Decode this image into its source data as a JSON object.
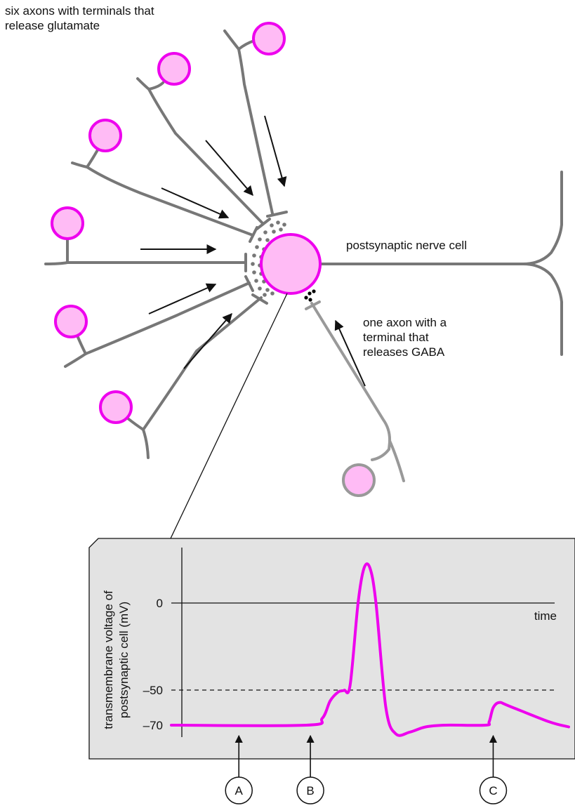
{
  "labels": {
    "glutamate_axons": [
      "six axons with terminals that",
      "release glutamate"
    ],
    "postsynaptic_cell": "postsynaptic nerve cell",
    "gaba_axon": [
      "one axon with a",
      "terminal that",
      "releases GABA"
    ]
  },
  "colors": {
    "excitatory_axon": "#ee00ee",
    "cell_fill": "#ffbbf5",
    "inhibitory_axon": "#999999",
    "vesicle_glutamate": "#777777",
    "vesicle_gaba": "#000000",
    "graph_panel": "#e3e3e3"
  },
  "chart_data": {
    "type": "line",
    "ylabel": [
      "transmembrane voltage of",
      "postsynaptic cell (mV)"
    ],
    "xlabel": "time",
    "yticks": [
      {
        "value": 0,
        "label": "0"
      },
      {
        "value": -50,
        "label": "–50"
      },
      {
        "value": -70,
        "label": "–70"
      }
    ],
    "threshold": -50,
    "threshold_style": "dashed",
    "points": [
      {
        "t": 0,
        "v": -70
      },
      {
        "t": 0.34,
        "v": -70
      },
      {
        "t": 0.38,
        "v": -66
      },
      {
        "t": 0.4,
        "v": -56
      },
      {
        "t": 0.42,
        "v": -51
      },
      {
        "t": 0.435,
        "v": -50
      },
      {
        "t": 0.45,
        "v": -47
      },
      {
        "t": 0.47,
        "v": 0
      },
      {
        "t": 0.485,
        "v": 20
      },
      {
        "t": 0.5,
        "v": 20
      },
      {
        "t": 0.515,
        "v": 0
      },
      {
        "t": 0.54,
        "v": -60
      },
      {
        "t": 0.565,
        "v": -75
      },
      {
        "t": 0.6,
        "v": -74
      },
      {
        "t": 0.64,
        "v": -71
      },
      {
        "t": 0.69,
        "v": -70
      },
      {
        "t": 0.79,
        "v": -70
      },
      {
        "t": 0.8,
        "v": -68
      },
      {
        "t": 0.81,
        "v": -60
      },
      {
        "t": 0.825,
        "v": -57
      },
      {
        "t": 0.85,
        "v": -59
      },
      {
        "t": 0.95,
        "v": -68
      },
      {
        "t": 1.0,
        "v": -71
      }
    ],
    "markers": [
      {
        "label": "A",
        "t": 0.17
      },
      {
        "label": "B",
        "t": 0.35
      },
      {
        "label": "C",
        "t": 0.81
      }
    ]
  }
}
